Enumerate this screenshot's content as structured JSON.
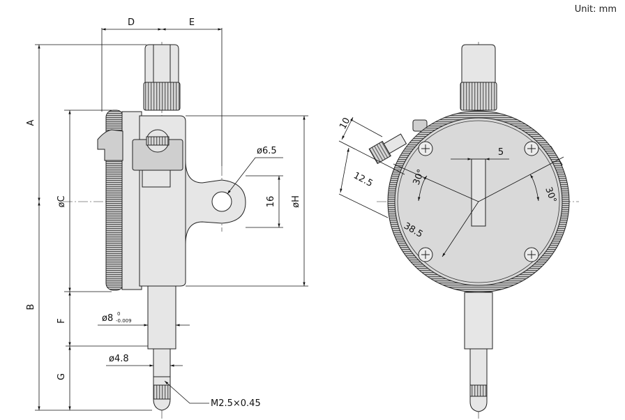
{
  "unit_note": "Unit: mm",
  "side_view": {
    "label_d": "D",
    "label_e": "E",
    "label_a": "A",
    "label_b": "B",
    "label_c": "øC",
    "label_f": "F",
    "label_g": "G",
    "label_h": "øH",
    "label_hole": "ø6.5",
    "label_16": "16",
    "label_stem": "ø8",
    "label_stem_tol_top": "0",
    "label_stem_tol_bottom": "-0.009",
    "label_spindle": "ø4.8",
    "label_thread": "M2.5×0.45"
  },
  "front_view": {
    "label_10": "10",
    "label_12_5": "12.5",
    "label_38_5": "38.5",
    "label_5": "5",
    "label_angle_left": "30°",
    "label_angle_right": "30°"
  }
}
